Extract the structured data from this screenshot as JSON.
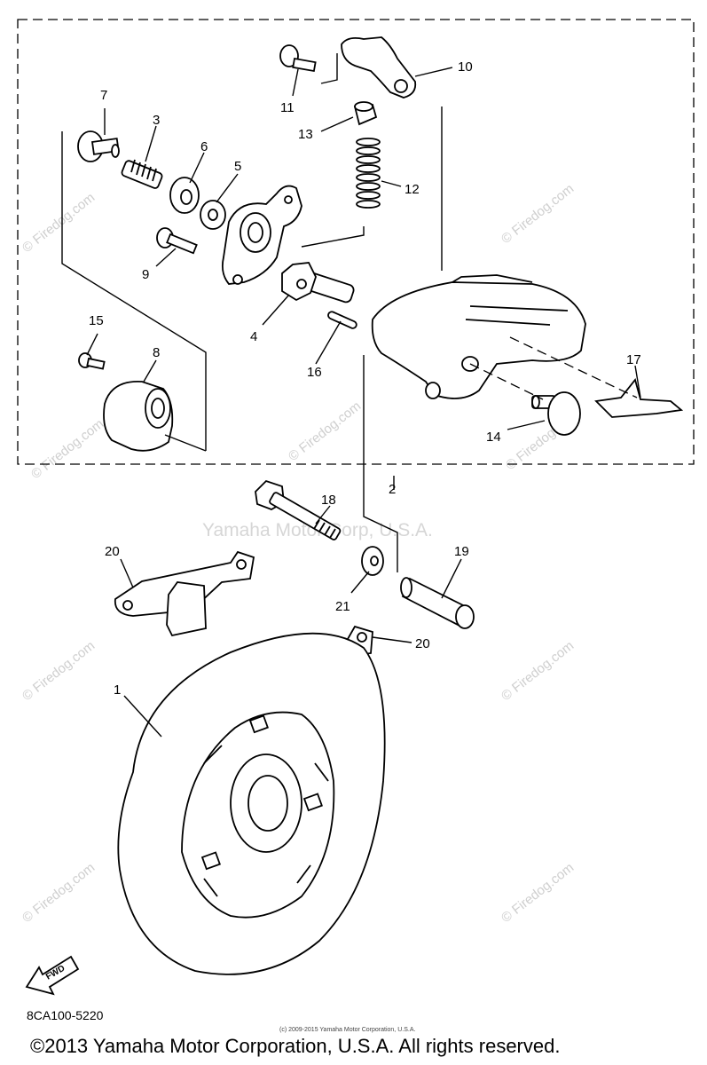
{
  "diagram": {
    "callouts": [
      "1",
      "2",
      "3",
      "4",
      "5",
      "6",
      "7",
      "8",
      "9",
      "10",
      "11",
      "12",
      "13",
      "14",
      "15",
      "16",
      "17",
      "18",
      "19",
      "20",
      "20",
      "21"
    ],
    "watermark": "© Firedog.com",
    "watermark_center": "Yamaha Motor Corp, U.S.A.",
    "fwd_label": "FWD",
    "part_code": "8CA100-5220",
    "tiny_copyright": "(c) 2009-2015 Yamaha Motor Corporation, U.S.A.",
    "copyright": "©2013 Yamaha Motor Corporation, U.S.A. All rights reserved."
  }
}
